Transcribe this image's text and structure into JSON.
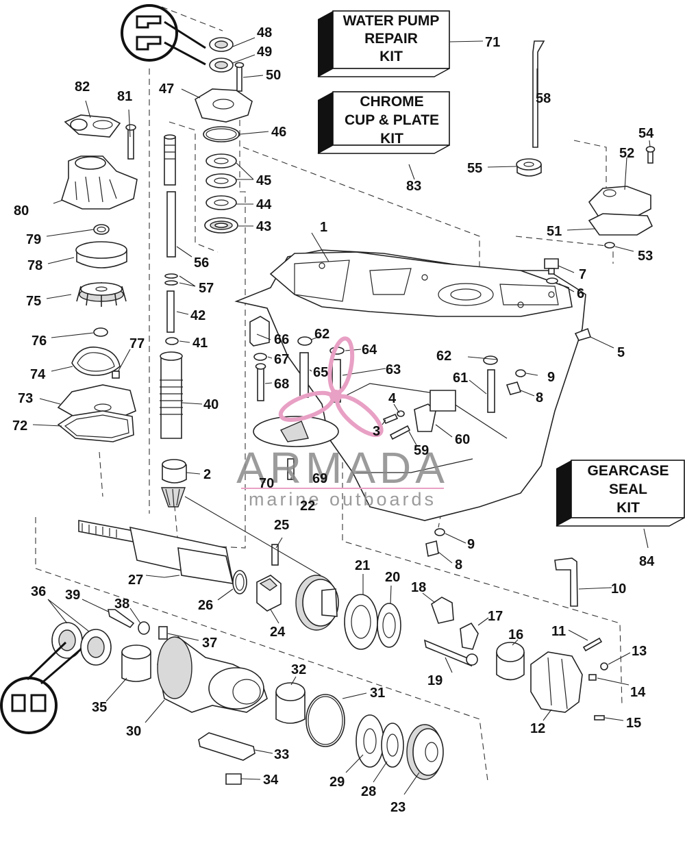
{
  "kits": {
    "water_pump": [
      "WATER PUMP",
      "REPAIR",
      "KIT"
    ],
    "chrome_cup": [
      "CHROME",
      "CUP & PLATE",
      "KIT"
    ],
    "gearcase_seal": [
      "GEARCASE",
      "SEAL",
      "KIT"
    ]
  },
  "watermark": {
    "brand": "ARMADA",
    "tagline": "marine outboards",
    "brand_color": "#e8a0c4"
  },
  "callouts": [
    "1",
    "2",
    "3",
    "4",
    "5",
    "6",
    "7",
    "8",
    "8",
    "9",
    "9",
    "10",
    "11",
    "12",
    "13",
    "14",
    "15",
    "16",
    "17",
    "18",
    "19",
    "20",
    "21",
    "22",
    "23",
    "24",
    "25",
    "26",
    "27",
    "28",
    "29",
    "30",
    "31",
    "32",
    "33",
    "34",
    "35",
    "36",
    "37",
    "38",
    "39",
    "40",
    "41",
    "42",
    "43",
    "44",
    "45",
    "46",
    "47",
    "48",
    "49",
    "50",
    "51",
    "52",
    "53",
    "54",
    "55",
    "56",
    "57",
    "58",
    "59",
    "60",
    "61",
    "62",
    "62",
    "63",
    "64",
    "65",
    "66",
    "67",
    "68",
    "69",
    "70",
    "71",
    "72",
    "73",
    "74",
    "75",
    "76",
    "77",
    "78",
    "79",
    "80",
    "81",
    "82",
    "83",
    "84"
  ]
}
